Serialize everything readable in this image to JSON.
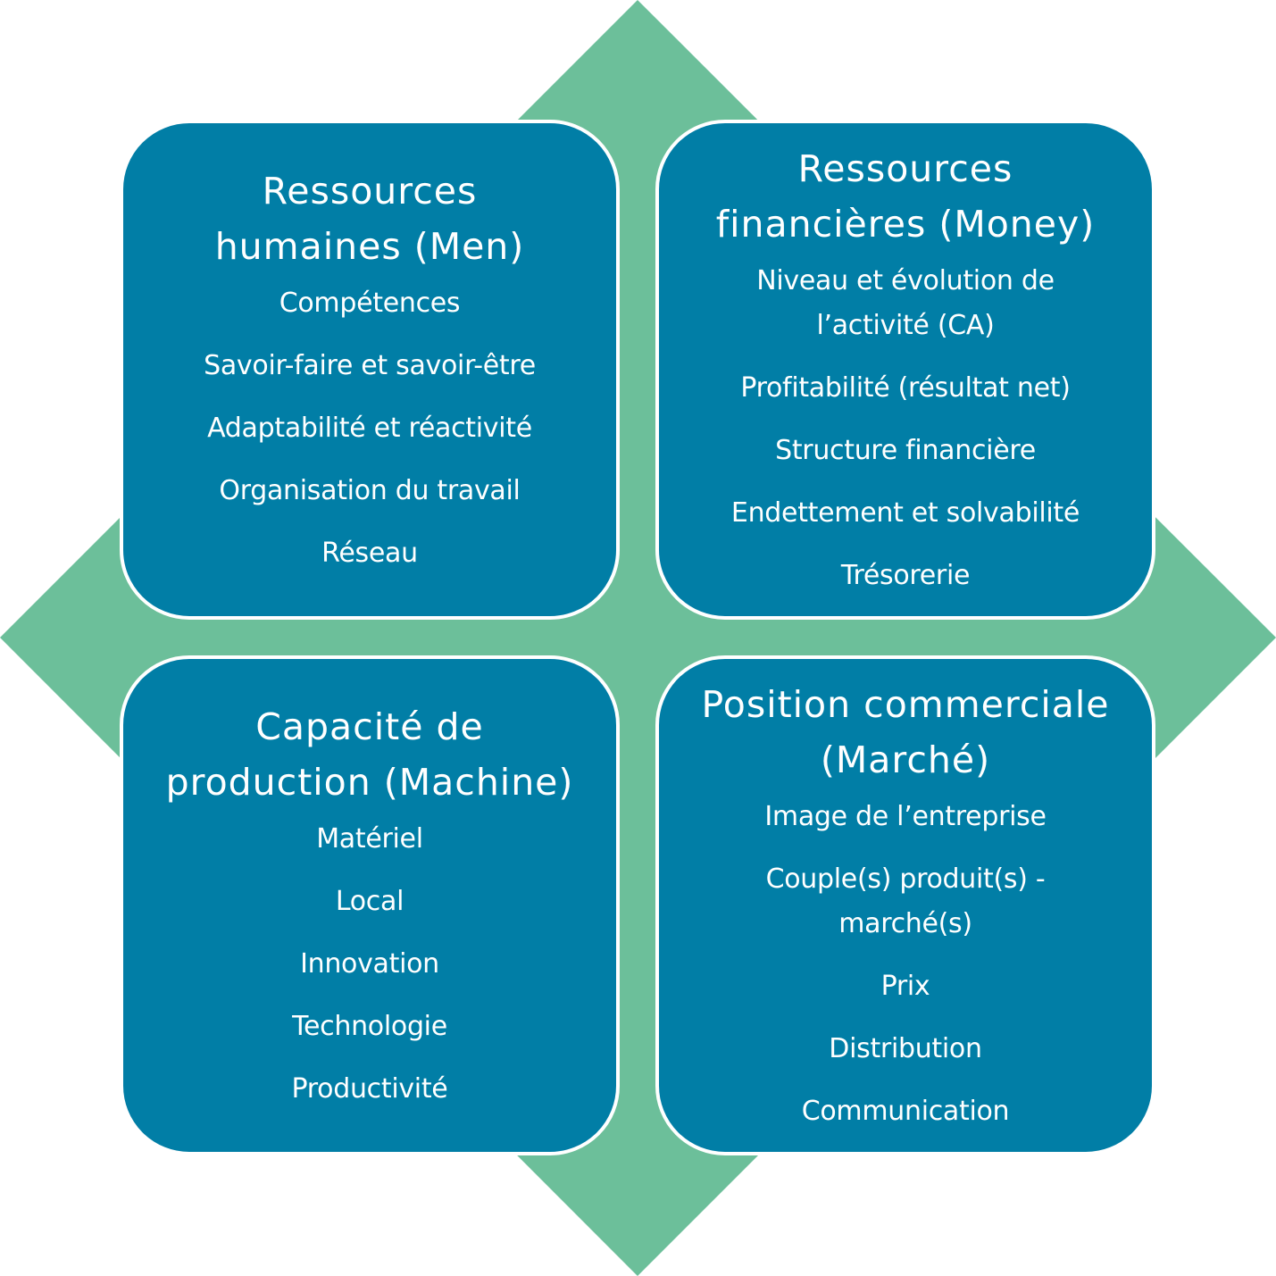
{
  "colors": {
    "diamond": "#6cbf9a",
    "quadrant": "#017ea6",
    "border": "#ffffff",
    "text": "#ffffff"
  },
  "quadrants": [
    {
      "title": "Ressources humaines (Men)",
      "items": [
        "Compétences",
        "Savoir-faire et savoir-être",
        "Adaptabilité et réactivité",
        "Organisation du travail",
        "Réseau"
      ]
    },
    {
      "title": "Ressources financières (Money)",
      "items": [
        "Niveau et évolution de l’activité (CA)",
        "Profitabilité (résultat net)",
        "Structure financière",
        "Endettement et solvabilité",
        "Trésorerie"
      ]
    },
    {
      "title": "Capacité de production (Machine)",
      "items": [
        "Matériel",
        "Local",
        "Innovation",
        "Technologie",
        "Productivité"
      ]
    },
    {
      "title": "Position commerciale (Marché)",
      "items": [
        "Image de l’entreprise",
        "Couple(s) produit(s) - marché(s)",
        "Prix",
        "Distribution",
        "Communication"
      ]
    }
  ]
}
